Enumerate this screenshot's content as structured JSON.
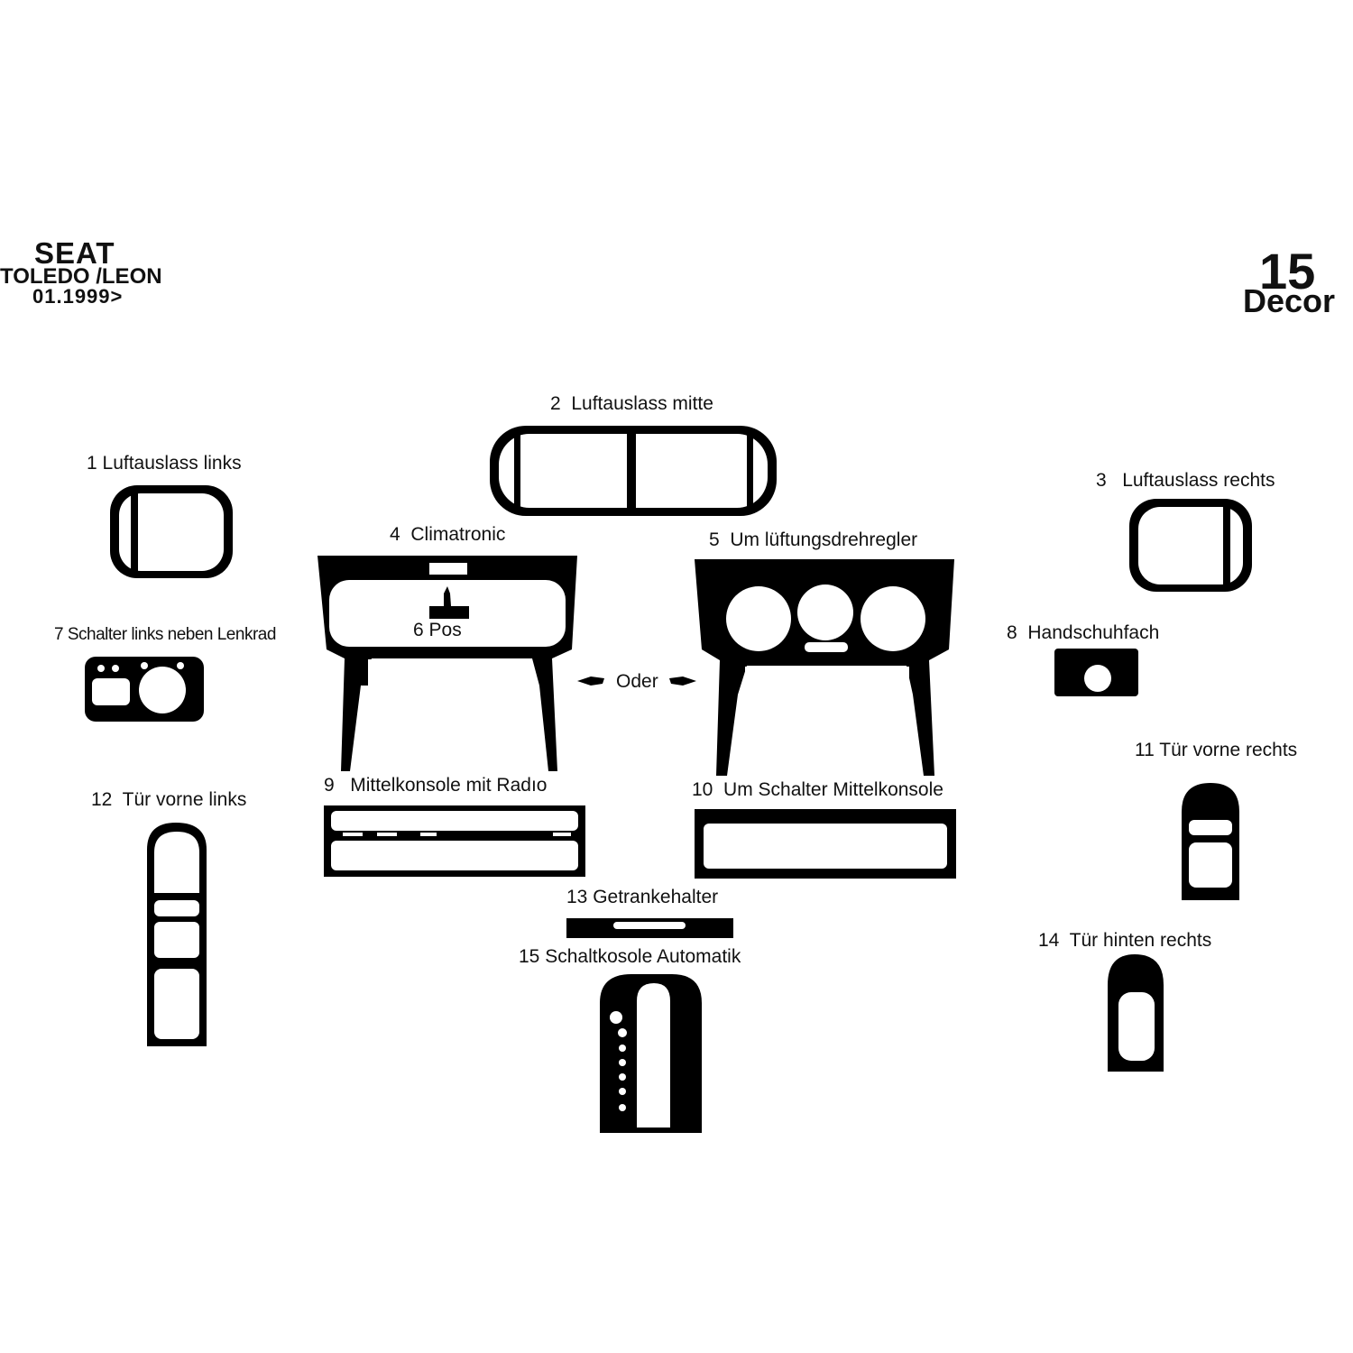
{
  "header": {
    "brand": "SEAT",
    "model": "TOLEDO /LEON",
    "date": "01.1999>",
    "piece_count": "15",
    "decor_label": "Decor"
  },
  "connector_label": "Oder",
  "parts": [
    {
      "num": "1",
      "label": "Luftauslass links"
    },
    {
      "num": "2",
      "label": "Luftauslass mitte"
    },
    {
      "num": "3",
      "label": "Luftauslass rechts"
    },
    {
      "num": "4",
      "label": "Climatronic"
    },
    {
      "num": "5",
      "label": "Um lüftungsdrehregler"
    },
    {
      "num": "6",
      "label": "Pos"
    },
    {
      "num": "7",
      "label": "Schalter links neben Lenkrad"
    },
    {
      "num": "8",
      "label": "Handschuhfach"
    },
    {
      "num": "9",
      "label": "Mittelkonsole mit Radıo"
    },
    {
      "num": "10",
      "label": "Um Schalter Mittelkonsole"
    },
    {
      "num": "11",
      "label": "Tür vorne rechts"
    },
    {
      "num": "12",
      "label": "Tür vorne links"
    },
    {
      "num": "13",
      "label": "Getrankehalter"
    },
    {
      "num": "14",
      "label": "Tür hinten rechts"
    },
    {
      "num": "15",
      "label": "Schaltkosole  Automatik"
    }
  ]
}
